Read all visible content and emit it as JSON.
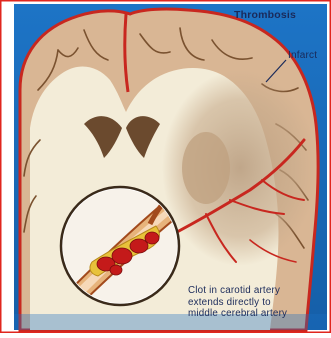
{
  "labels": {
    "title": "Thrombosis",
    "infarct": "Infarct",
    "caption_lines": [
      "Clot in carotid artery",
      "extends directly to",
      "middle cerebral artery"
    ]
  },
  "colors": {
    "frame_border": "#e0261e",
    "background": "#1c6fc2",
    "cortex": "#d9b694",
    "white_matter": "#f3ecd8",
    "infarct": "#c7ab8c",
    "ventricle": "#6b4a2e",
    "vessel": "#c8271f",
    "clot": "#c41a1a",
    "plaque": "#e8c23a"
  },
  "icons": {
    "lens": "magnifier-inset-circle"
  }
}
